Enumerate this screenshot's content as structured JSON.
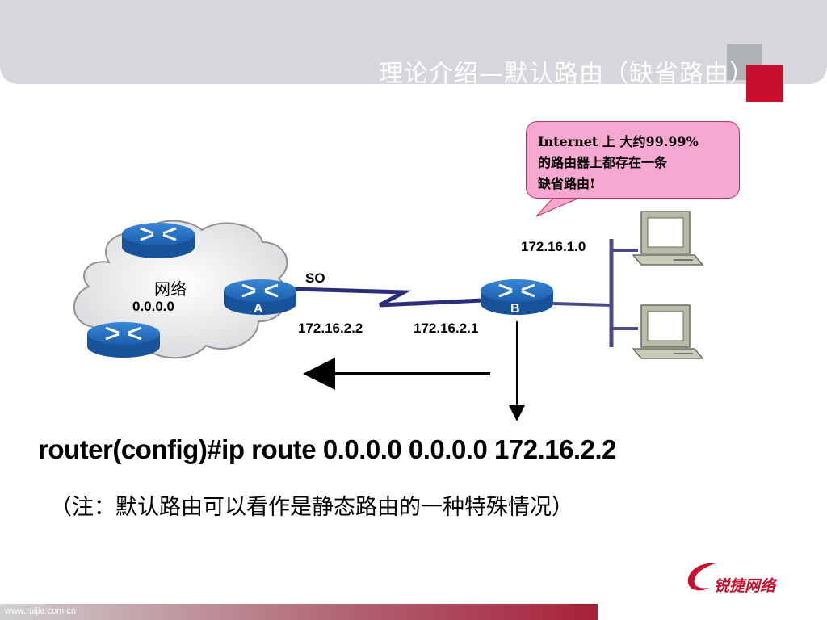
{
  "slide": {
    "title": "理论介绍—默认路由（缺省路由）"
  },
  "callout": {
    "lines": [
      "Internet 上 大约99.99%",
      "的路由器上都存在一条",
      "缺省路由!"
    ]
  },
  "network": {
    "cloud_label": "网络",
    "cloud_address": "0.0.0.0",
    "router_a": "A",
    "router_b": "B",
    "interface_label": "SO",
    "ip_a": "172.16.2.2",
    "ip_b": "172.16.2.1",
    "lan_address": "172.16.1.0"
  },
  "command": "router(config)#ip route 0.0.0.0 0.0.0.0 172.16.2.2",
  "note": "（注：默认路由可以看作是静态路由的一种特殊情况）",
  "footer": {
    "url": "www.ruijie.com.cn",
    "logo_text": "锐捷网络"
  },
  "colors": {
    "router_blue": "#1f63b0",
    "link_navy": "#2b2f7a",
    "accent_red": "#c8102e",
    "callout_pink": "#f7a8d0"
  }
}
